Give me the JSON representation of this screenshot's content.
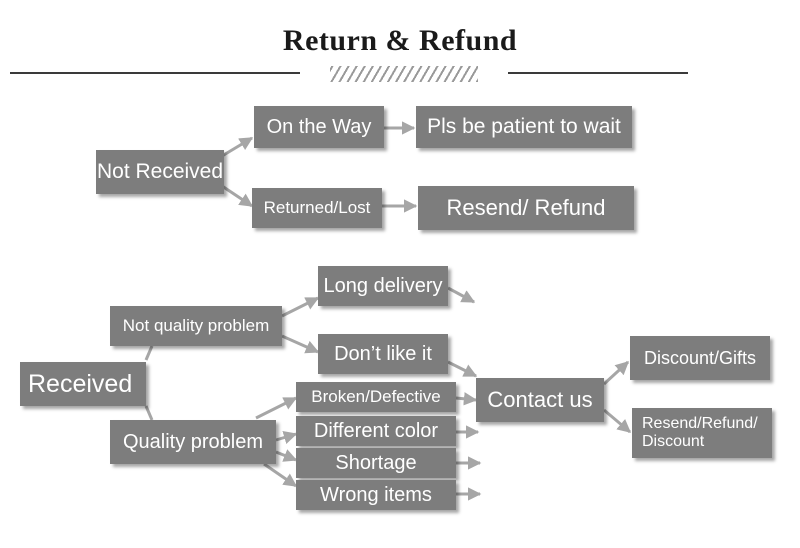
{
  "title": "Return & Refund",
  "colors": {
    "box": "#7d7d7d",
    "text": "#ffffff",
    "arrow": "#a6a6a6",
    "rule": "#3a3a3a"
  },
  "nodes": {
    "not_received": "Not Received",
    "on_the_way": "On the Way",
    "be_patient": "Pls be patient to wait",
    "returned_lost": "Returned/Lost",
    "resend_refund": "Resend/ Refund",
    "received": "Received",
    "not_quality": "Not quality problem",
    "long_delivery": "Long delivery",
    "dont_like": "Don’t like it",
    "quality": "Quality problem",
    "broken": "Broken/Defective",
    "diff_color": "Different color",
    "shortage": "Shortage",
    "wrong_items": "Wrong items",
    "contact_us": "Contact us",
    "discount_gifts": "Discount/Gifts",
    "resend_refund_discount": "Resend/Refund/ Discount"
  }
}
